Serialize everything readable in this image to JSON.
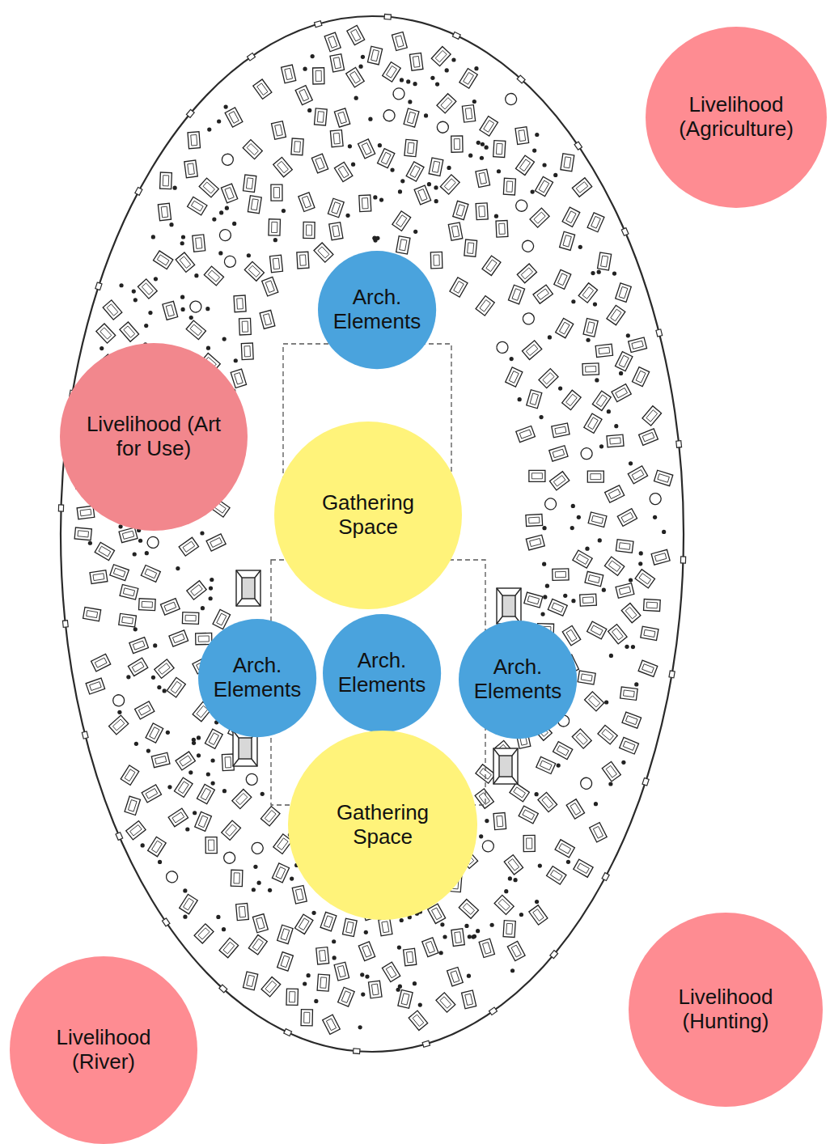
{
  "diagram": {
    "nodes": [
      {
        "text": [
          "Livelihood (Agriculture)"
        ]
      },
      {
        "text": [
          "Arch. Elements"
        ]
      },
      {
        "text": [
          "Livelihood (Art for Use)"
        ]
      },
      {
        "text": [
          "Gathering Space"
        ]
      },
      {
        "text": [
          "Arch. Elements"
        ]
      },
      {
        "text": [
          "Arch. Elements"
        ]
      },
      {
        "text": [
          "Arch. Elements"
        ]
      },
      {
        "text": [
          "Gathering Space"
        ]
      },
      {
        "text": [
          "Livelihood (Hunting)"
        ]
      },
      {
        "text": [
          "Livelihood (River)"
        ]
      }
    ]
  }
}
